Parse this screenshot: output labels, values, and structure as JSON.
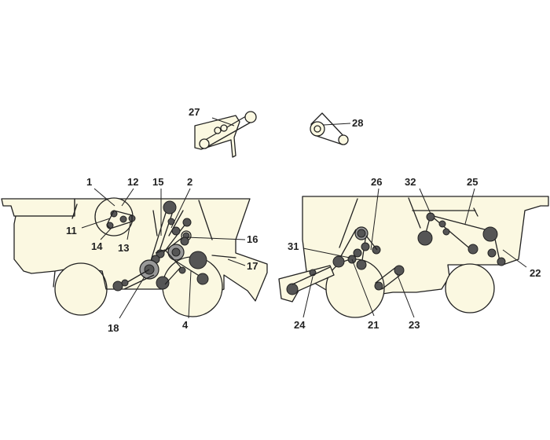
{
  "callouts": {
    "c1": "1",
    "c2": "2",
    "c4": "4",
    "c11": "11",
    "c12": "12",
    "c13": "13",
    "c14": "14",
    "c15": "15",
    "c16": "16",
    "c17": "17",
    "c18": "18",
    "c21": "21",
    "c22": "22",
    "c23": "23",
    "c24": "24",
    "c25": "25",
    "c26": "26",
    "c27": "27",
    "c28": "28",
    "c31": "31",
    "c32": "32"
  },
  "colors": {
    "body": "#fbf8e1",
    "pulley": "#555555",
    "outline": "#222222"
  }
}
